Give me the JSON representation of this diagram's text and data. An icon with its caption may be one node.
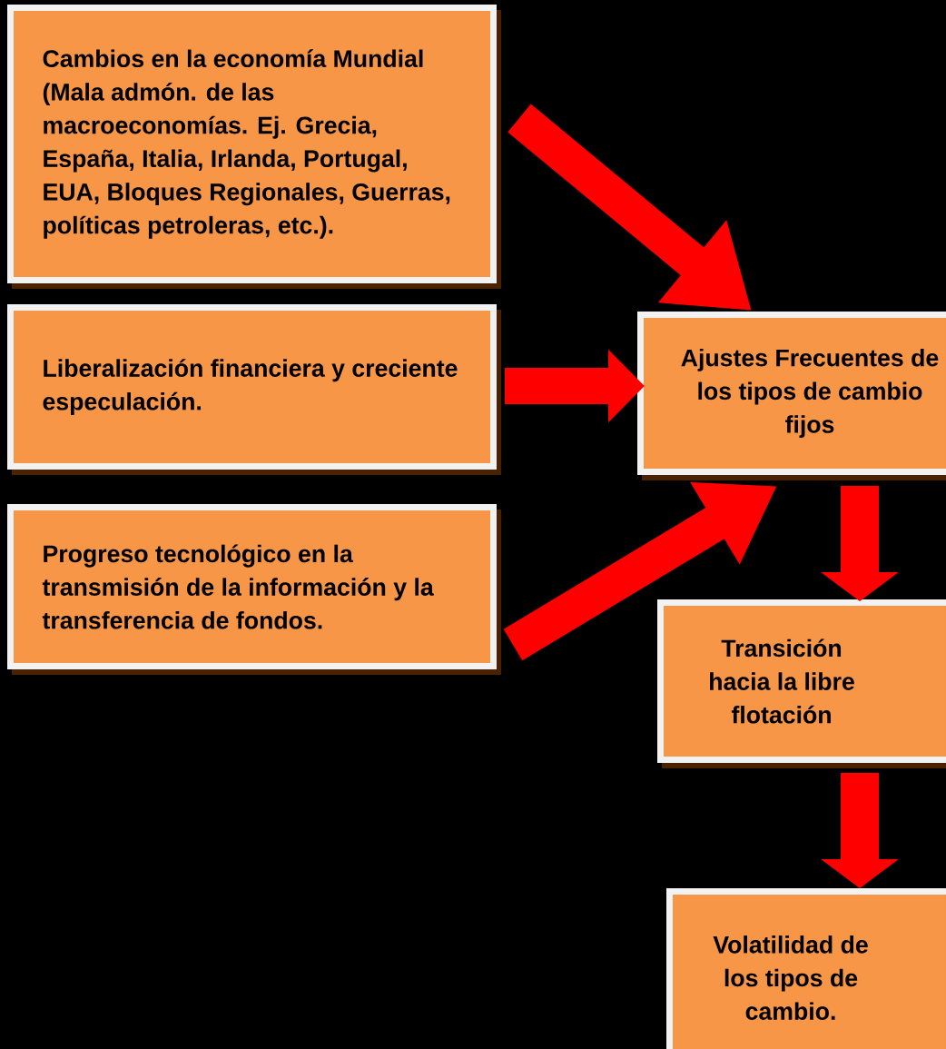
{
  "diagram": {
    "nodes": [
      {
        "text": [
          "Cambios en la economía Mundial (Mala admón. de las macroeconomías. Ej. Grecia, España, Italia, Irlanda, Portugal, EUA, Bloques Regionales, Guerras, políticas petroleras, etc.)."
        ]
      },
      {
        "text": [
          "Liberalización financiera y creciente especulación."
        ]
      },
      {
        "text": [
          "Progreso tecnológico en la transmisión de la información y la transferencia de fondos."
        ]
      },
      {
        "text": [
          "Ajustes Frecuentes de los tipos de cambio fijos"
        ]
      },
      {
        "text": [
          "Transición hacia la libre flotación"
        ]
      },
      {
        "text": [
          "Volatilidad de los tipos de cambio."
        ]
      }
    ],
    "edges": [
      {
        "from": 0,
        "to": 3,
        "arrow": "to"
      },
      {
        "from": 1,
        "to": 3,
        "arrow": "to"
      },
      {
        "from": 2,
        "to": 3,
        "arrow": "to"
      },
      {
        "from": 3,
        "to": 4,
        "arrow": "to"
      },
      {
        "from": 4,
        "to": 5,
        "arrow": "to"
      }
    ]
  }
}
